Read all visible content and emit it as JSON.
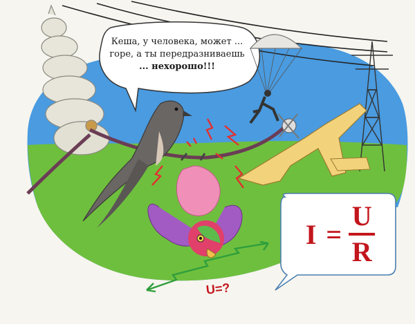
{
  "speech": {
    "line1": "Кеша, у человека, может ...",
    "line2": "горе, а ты передразниваешь",
    "line3": "... нехорошо!!!"
  },
  "formula": {
    "lhs": "I =",
    "numerator": "U",
    "denominator": "R"
  },
  "voltage_label": "U=?",
  "colors": {
    "sky": "#4a9be0",
    "grass": "#6fbf3e",
    "formula_red": "#c2161c",
    "bolt_red": "#e23030",
    "bolt_green": "#2f9e3c",
    "parrot_pink": "#f08fb8",
    "parrot_purple": "#a25bc2",
    "plane_yellow": "#f2d27a"
  }
}
